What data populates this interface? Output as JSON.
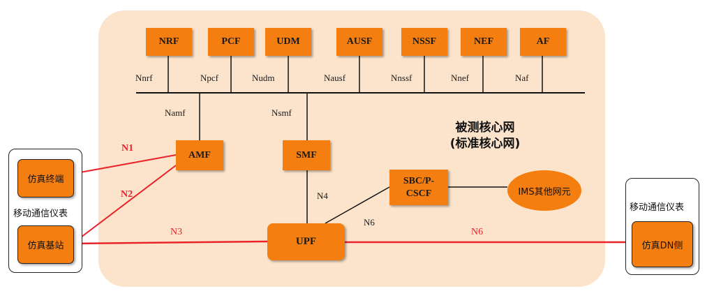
{
  "core": {
    "title": "被测核心网",
    "subtitle": "(标准核心网)"
  },
  "network_functions": {
    "nrf": "NRF",
    "pcf": "PCF",
    "udm": "UDM",
    "ausf": "AUSF",
    "nssf": "NSSF",
    "nef": "NEF",
    "af": "AF",
    "amf": "AMF",
    "smf": "SMF",
    "upf": "UPF",
    "sbc_line1": "SBC/P-",
    "sbc_line2": "CSCF",
    "ims": "IMS其他网元"
  },
  "interfaces": {
    "nnrf": "Nnrf",
    "npcf": "Npcf",
    "nudm": "Nudm",
    "nausf": "Nausf",
    "nnssf": "Nnssf",
    "nnef": "Nnef",
    "naf": "Naf",
    "namf": "Namf",
    "nsmf": "Nsmf",
    "n4": "N4",
    "n6_sbc": "N6"
  },
  "links": {
    "n1": "N1",
    "n2": "N2",
    "n3": "N3",
    "n6": "N6"
  },
  "left_instrument": {
    "title": "移动通信仪表",
    "terminal": "仿真终端",
    "base_station": "仿真基站"
  },
  "right_instrument": {
    "title": "移动通信仪表",
    "dn": "仿真DN侧"
  },
  "colors": {
    "nf_fill": "#f47e10",
    "core_bg": "#fce4cc",
    "link_red": "#e8232a"
  }
}
